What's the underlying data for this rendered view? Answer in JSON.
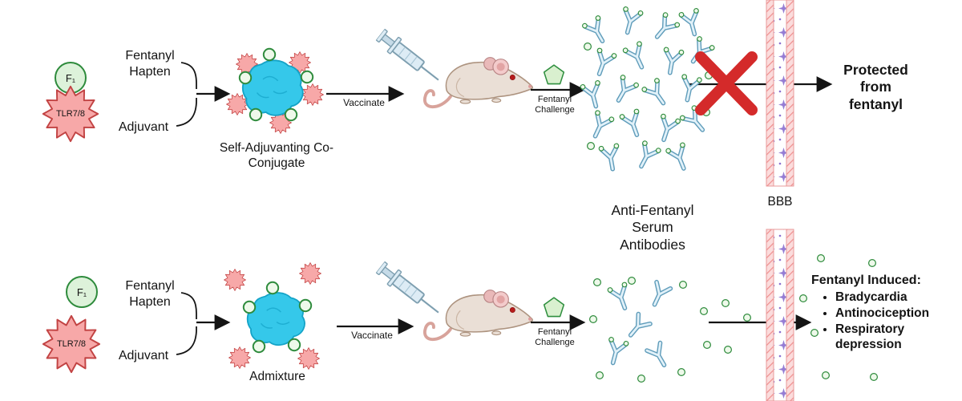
{
  "shared": {
    "hapten_symbol": "F₁",
    "adjuvant_symbol": "TLR7/8",
    "hapten_label": "Fentanyl Hapten",
    "adjuvant_label": "Adjuvant",
    "vaccinate_label": "Vaccinate",
    "challenge_label": "Fentanyl Challenge"
  },
  "top_row": {
    "construct_label": "Self-Adjuvanting Co-Conjugate",
    "outcome_label": "Protected from fentanyl"
  },
  "bottom_row": {
    "construct_label": "Admixture",
    "outcome_title": "Fentanyl Induced:",
    "outcome_items": [
      "Bradycardia",
      "Antinociception",
      "Respiratory depression"
    ]
  },
  "center": {
    "antibodies_label": "Anti-Fentanyl Serum Antibodies",
    "bbb_label": "BBB"
  },
  "icons": {
    "hapten": "hapten-circle-icon",
    "adjuvant": "tlr78-starburst-icon",
    "conjugate": "conjugate-blob-icon",
    "syringe": "syringe-icon",
    "mouse": "mouse-icon",
    "challenge": "fentanyl-pentagon-icon",
    "antibody": "antibody-y-icon",
    "fentanyl_molecule": "green-dot-icon",
    "blocked": "red-x-icon",
    "barrier": "blood-brain-barrier-icon"
  },
  "colors": {
    "hapten_green": "#2e8b3c",
    "hapten_fill": "#ddf2da",
    "adjuvant_pink": "#f7a8a8",
    "adjuvant_stroke": "#c24343",
    "carrier_cyan": "#35c8ea",
    "antibody_blue": "#5f9cba",
    "blocked_red": "#d42a2a",
    "bbb_pink": "#fbdcdc",
    "bbb_purple": "#8a6fd0"
  }
}
